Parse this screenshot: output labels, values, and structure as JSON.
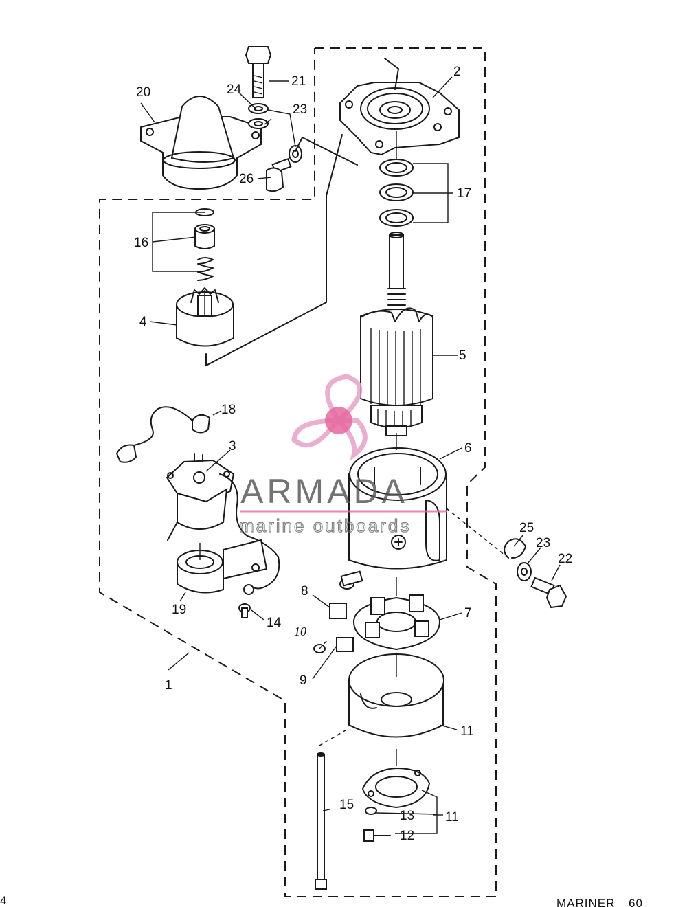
{
  "diagram": {
    "callouts": {
      "n1": "1",
      "n2": "2",
      "n3": "3",
      "n4": "4",
      "n5": "5",
      "n6": "6",
      "n7": "7",
      "n8": "8",
      "n9": "9",
      "n10": "10",
      "n11a": "11",
      "n11b": "11",
      "n12": "12",
      "n13": "13",
      "n14": "14",
      "n15": "15",
      "n16": "16",
      "n17": "17",
      "n18": "18",
      "n19": "19",
      "n20": "20",
      "n21": "21",
      "n22": "22",
      "n23a": "23",
      "n23b": "23",
      "n24": "24",
      "n25": "25",
      "n26": "26"
    }
  },
  "watermark": {
    "brand": "ARMADA",
    "tagline": "marine outboards",
    "logo_color": "#e8a0c8",
    "logo_center_color": "#e6679f"
  },
  "footer": {
    "left_mark": "4",
    "right_text": "MARINER",
    "page_number": "60"
  }
}
